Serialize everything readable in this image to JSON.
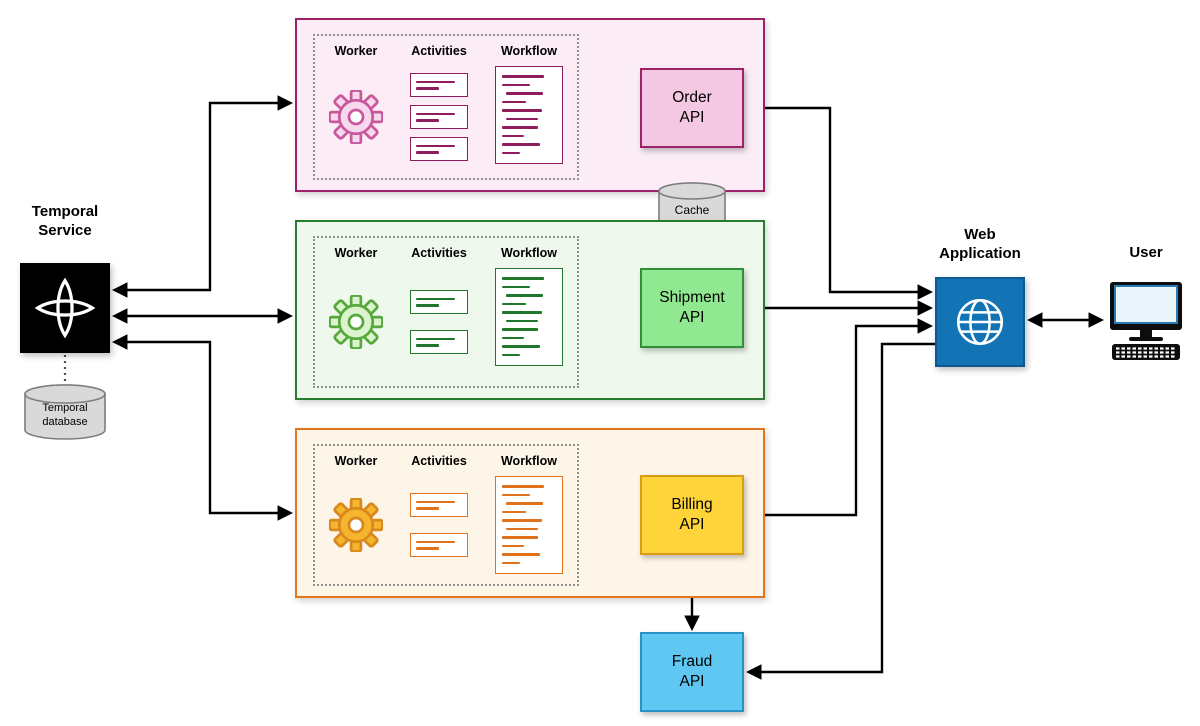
{
  "temporal": {
    "label": "Temporal\nService",
    "database_label": "Temporal\ndatabase"
  },
  "groups": [
    {
      "worker_label": "Worker",
      "activities_label": "Activities",
      "workflow_label": "Workflow",
      "api_label": "Order\nAPI"
    },
    {
      "worker_label": "Worker",
      "activities_label": "Activities",
      "workflow_label": "Workflow",
      "api_label": "Shipment\nAPI"
    },
    {
      "worker_label": "Worker",
      "activities_label": "Activities",
      "workflow_label": "Workflow",
      "api_label": "Billing\nAPI"
    }
  ],
  "cache": {
    "label": "Cache"
  },
  "fraud_api": {
    "label": "Fraud\nAPI"
  },
  "web_application": {
    "label": "Web\nApplication"
  },
  "user": {
    "label": "User"
  },
  "colors": {
    "order_border": "#9c2166",
    "order_fill": "#fbecf6",
    "order_ink": "#8e1d5b",
    "order_api_fill": "#f4c7e2",
    "order_gear_fill": "#f7d9ee",
    "order_gear_stroke": "#c9579c",
    "shipment_border": "#2a7a30",
    "shipment_fill": "#eef8ed",
    "shipment_ink": "#20762a",
    "shipment_api_fill": "#90e890",
    "shipment_api_border": "#2f8f3a",
    "shipment_gear_fill": "#dcf3cf",
    "shipment_gear_stroke": "#57a83b",
    "billing_border": "#e2761f",
    "billing_fill": "#fdf5e7",
    "billing_ink": "#df721b",
    "billing_api_fill": "#ffd43b",
    "billing_api_border": "#d89c17",
    "billing_gear_fill": "#f5b62e",
    "billing_gear_stroke": "#d8881c",
    "fraud_fill": "#5ec8f2",
    "fraud_border": "#2b91c4",
    "webapp_fill": "#1273b5",
    "webapp_border": "#0c5a92",
    "cyl_fill": "#d9d9d9",
    "cyl_border": "#7d7d7d",
    "dotted_border": "#909090",
    "arrow": "#000000"
  }
}
